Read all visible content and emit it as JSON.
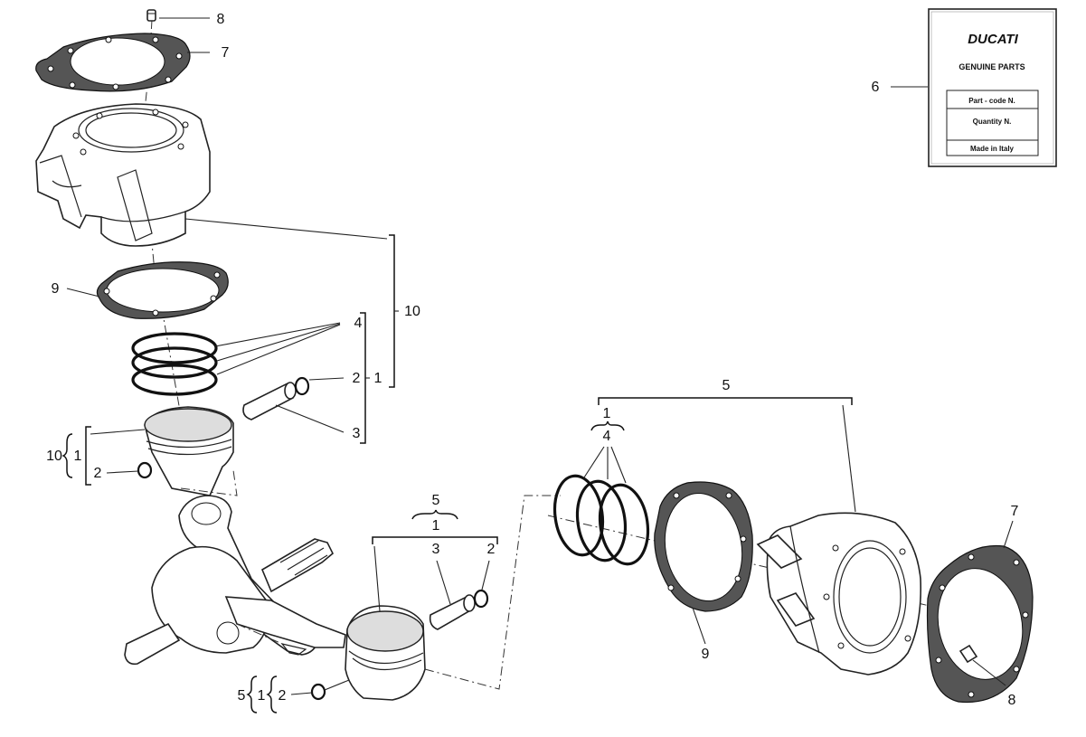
{
  "callouts": {
    "top_seal_8": "8",
    "top_head_gasket_7": "7",
    "top_base_gasket_9": "9",
    "top_group_10": "10",
    "top_rings_4": "4",
    "top_circlip_2": "2",
    "top_group_1": "1",
    "top_pin_3": "3",
    "left_group_10": "10",
    "left_group_1": "1",
    "left_circlip_2": "2",
    "tag_6": "6",
    "right_group_5": "5",
    "right_group_1": "1",
    "right_rings_4": "4",
    "right_base_gasket_9": "9",
    "right_head_gasket_7": "7",
    "right_seal_8": "8",
    "mid_group_5": "5",
    "mid_group_1": "1",
    "mid_pin_3": "3",
    "mid_circlip_2": "2",
    "bottom_group_5": "5",
    "bottom_group_1": "1",
    "bottom_circlip_2": "2"
  },
  "label_tag": {
    "brand": "DUCATI",
    "heading": "GENUINE PARTS",
    "part_code": "Part - code N.",
    "quantity": "Quantity N.",
    "origin": "Made in Italy"
  }
}
